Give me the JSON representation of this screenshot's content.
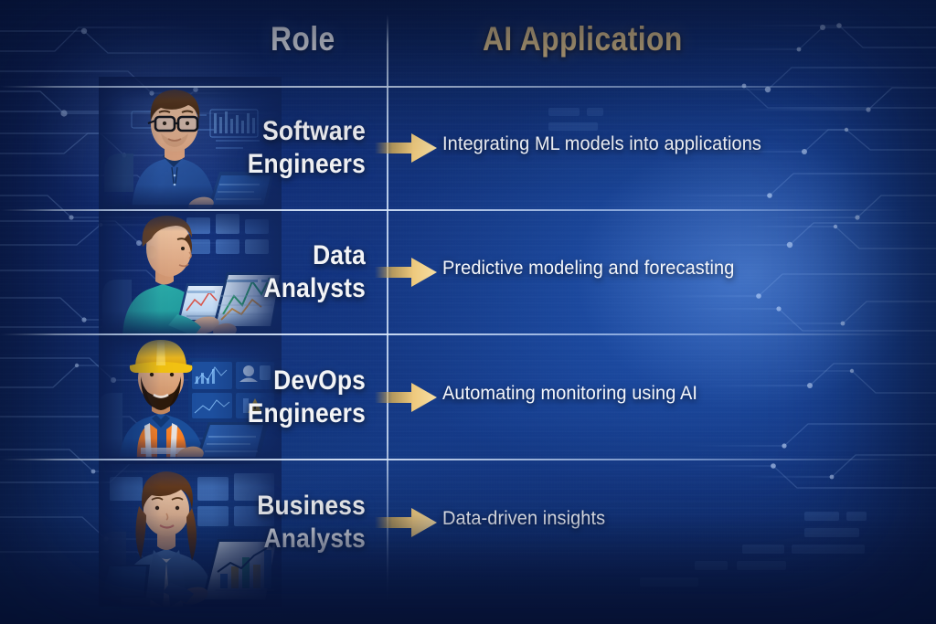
{
  "meta": {
    "kind": "infographic-table",
    "title_visible": false
  },
  "colors": {
    "background_dark": "#0b1c44",
    "background_mid": "#17408c",
    "header_role": "#ffffff",
    "header_ai": "#f0cf8c",
    "body_text": "#f4f6fa",
    "arrow_gold": "#f2cf83",
    "arrow_gold_dark": "#c9a14a",
    "rule_line": "#d6e8ff",
    "circuit_trace": "#6f9fe8"
  },
  "headers": {
    "role": "Role",
    "ai_application": "AI Application"
  },
  "rows": [
    {
      "role_line1": "Software",
      "role_line2": "Engineers",
      "application": "Integrating ML models into applications",
      "illustration": "man-with-glasses-blue-polo-at-laptop",
      "arrow": "right-arrow-gold"
    },
    {
      "role_line1": "Data",
      "role_line2": "Analysts",
      "application": "Predictive modeling and forecasting",
      "illustration": "man-teal-shirt-dual-laptops-charts",
      "arrow": "right-arrow-gold"
    },
    {
      "role_line1": "DevOps",
      "role_line2": "Engineers",
      "application": "Automating monitoring using AI",
      "illustration": "bearded-man-hardhat-safety-vest-at-laptop",
      "arrow": "right-arrow-gold"
    },
    {
      "role_line1": "Business",
      "role_line2": "Analysts",
      "application": "Data-driven insights",
      "illustration": "woman-blue-blazer-laptop-bar-chart",
      "arrow": "right-arrow-gold"
    }
  ]
}
